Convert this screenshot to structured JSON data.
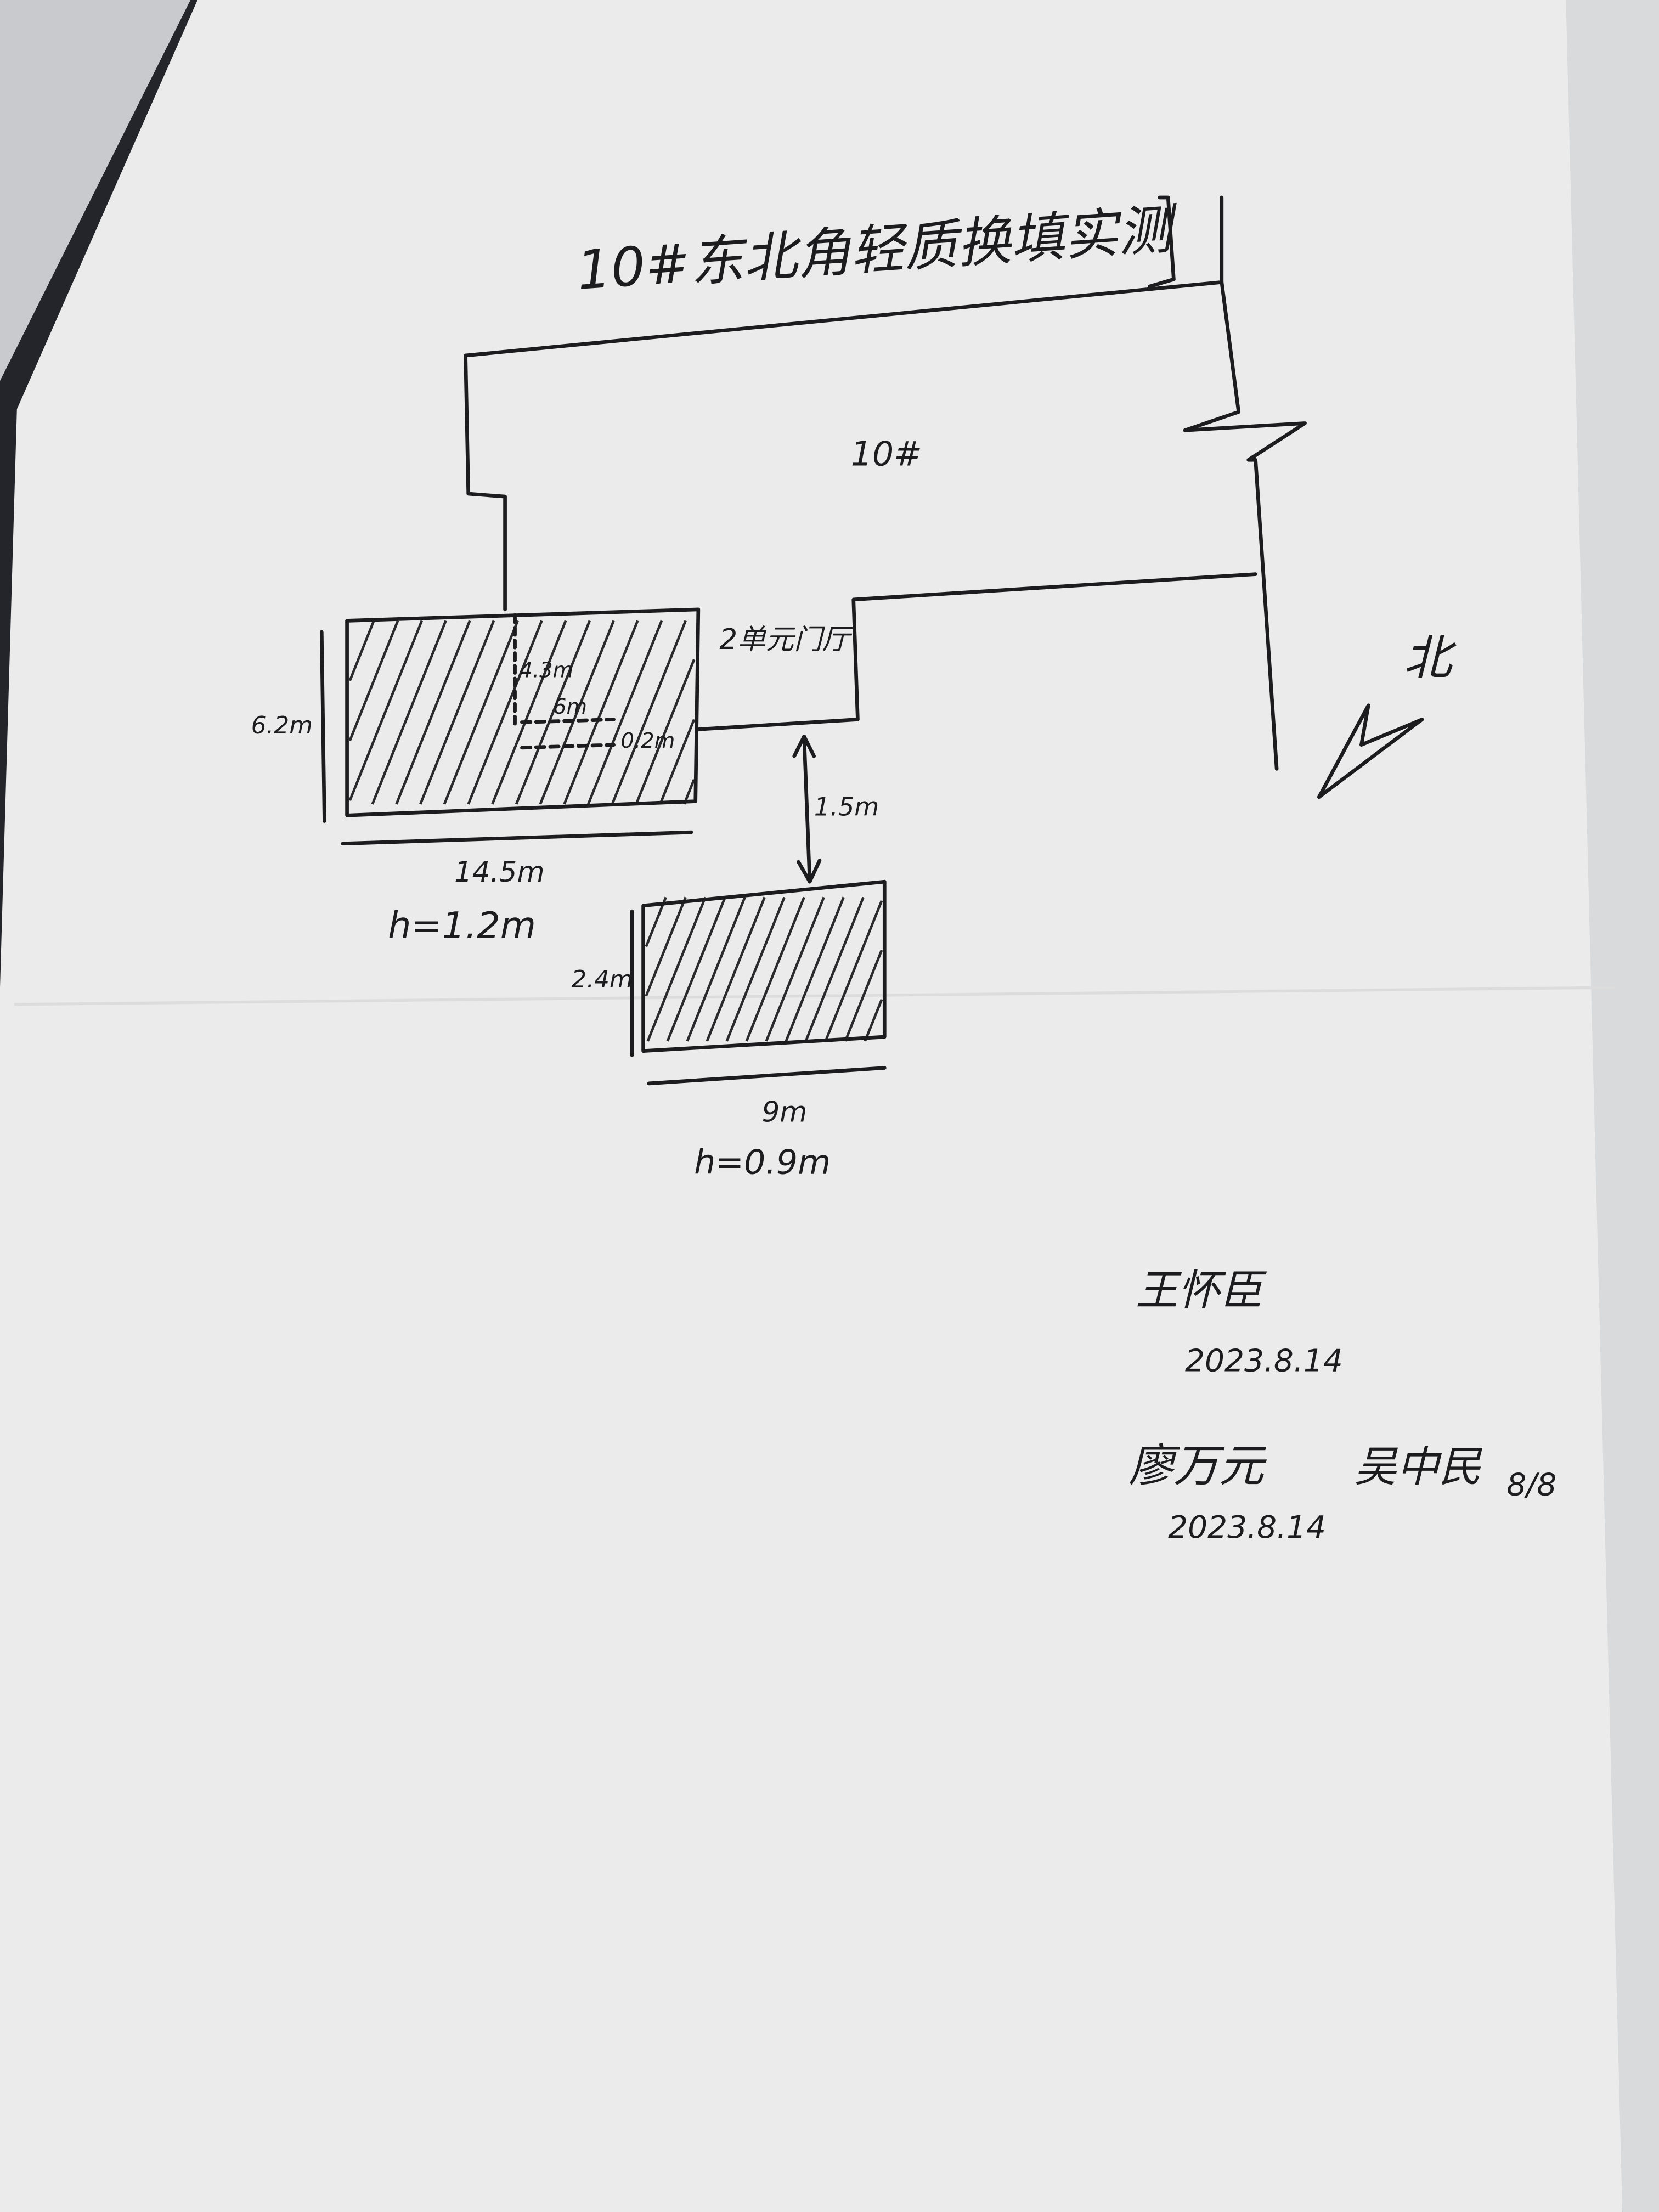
{
  "sheet": {
    "title": "10#东北角轻质换填实测",
    "building_label": "10#",
    "entrance_label": "2单元门厅",
    "north_label": "北"
  },
  "area_1": {
    "width_label": "14.5m",
    "depth_label": "6.2m",
    "inner_depth_label": "4.3m",
    "inner_width_label": "6m",
    "inner_gap_label": "0.2m",
    "height_label": "h=1.2m"
  },
  "spacing_label": "1.5m",
  "area_2": {
    "width_label": "9m",
    "depth_label": "2.4m",
    "height_label": "h=0.9m"
  },
  "signatures": [
    {
      "name": "王怀臣",
      "date": "2023.8.14"
    },
    {
      "name": "廖万元",
      "date": "2023.8.14"
    },
    {
      "name": "吴中民",
      "date": "8/8"
    }
  ]
}
